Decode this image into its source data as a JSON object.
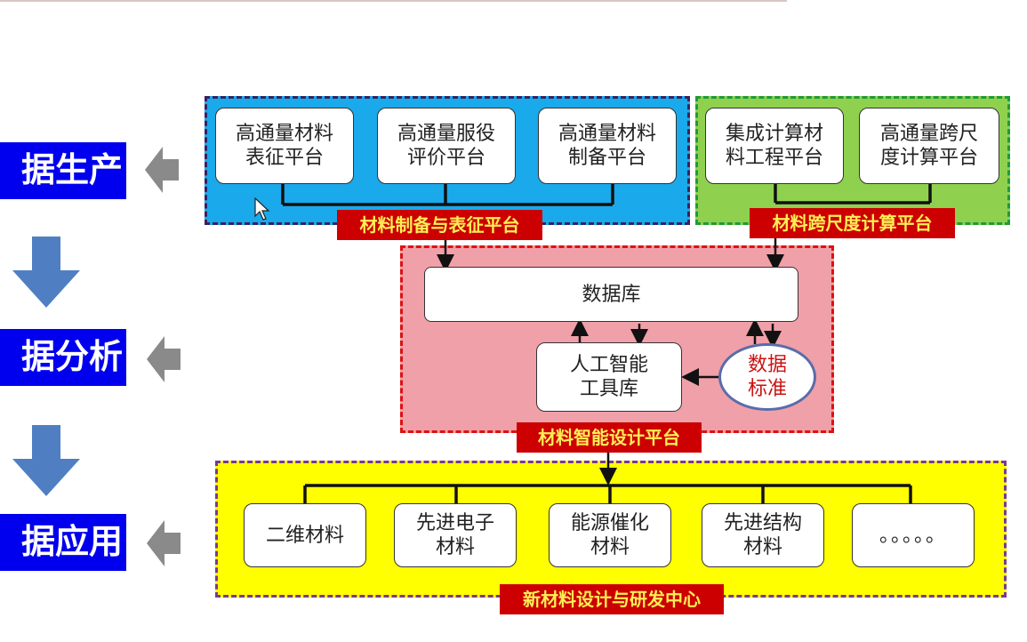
{
  "stages": {
    "production": "据生产",
    "analysis": "据分析",
    "application": "据应用"
  },
  "top_left_panel": {
    "label": "材料制备与表征平台",
    "boxes": [
      "高通量材料\n表征平台",
      "高通量服役\n评价平台",
      "高通量材料\n制备平台"
    ]
  },
  "top_right_panel": {
    "label": "材料跨尺度计算平台",
    "boxes": [
      "集成计算材\n料工程平台",
      "高通量跨尺\n度计算平台"
    ]
  },
  "middle_panel": {
    "label": "材料智能设计平台",
    "database": "数据库",
    "ai_tools": "人工智能\n工具库",
    "data_standard": "数据\n标准"
  },
  "bottom_panel": {
    "label": "新材料设计与研发中心",
    "boxes": [
      "二维材料",
      "先进电子\n材料",
      "能源催化\n材料",
      "先进结构\n材料",
      "。。。。。"
    ]
  },
  "colors": {
    "stage_bg": "#0000ee",
    "top_left_bg": "#1aa9ea",
    "top_right_bg": "#8fd14f",
    "middle_bg": "#f0a0a8",
    "bottom_bg": "#ffff00",
    "label_bg": "#cc0000",
    "label_text": "#ffee55"
  }
}
